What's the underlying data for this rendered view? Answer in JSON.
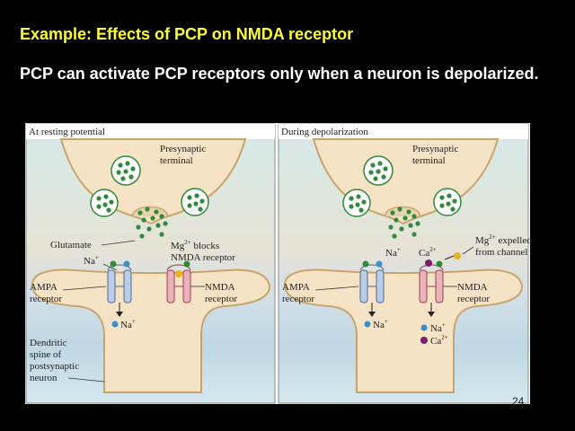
{
  "slide": {
    "title": "Example: Effects of PCP on NMDA receptor",
    "body": "PCP can activate PCP receptors only when a neuron is depolarized.",
    "page_number": "24"
  },
  "figure": {
    "left_panel": {
      "heading": "At resting potential",
      "presynaptic": [
        "Presynaptic",
        "terminal"
      ],
      "glutamate": "Glutamate",
      "na_top": "Na",
      "na_top_sup": "+",
      "mg_note": [
        "Mg",
        "2+",
        " blocks",
        "NMDA receptor"
      ],
      "ampa": [
        "AMPA",
        "receptor"
      ],
      "nmda": [
        "NMDA",
        "receptor"
      ],
      "na_bottom": "Na",
      "na_bottom_sup": "+",
      "spine": [
        "Dendritic",
        "spine of",
        "postsynaptic",
        "neuron"
      ]
    },
    "right_panel": {
      "heading": "During depolarization",
      "presynaptic": [
        "Presynaptic",
        "terminal"
      ],
      "na_top": "Na",
      "na_top_sup": "+",
      "ca_top": "Ca",
      "ca_top_sup": "2+",
      "mg_note": [
        "Mg",
        "2+",
        " expelled",
        "from channel"
      ],
      "ampa": [
        "AMPA",
        "receptor"
      ],
      "nmda": [
        "NMDA",
        "receptor"
      ],
      "na_bottom": "Na",
      "na_bottom_sup": "+",
      "na2": "Na",
      "na2_sup": "+",
      "ca2": "Ca",
      "ca2_sup": "2+"
    },
    "colors": {
      "terminal_fill": "#f6e2c4",
      "terminal_stroke": "#c9a46a",
      "vesicle_dot": "#2f8a3a",
      "ampa_channel": "#b9cde6",
      "nmda_channel": "#eab2bb",
      "na_ion": "#3a8fc9",
      "ca_ion": "#7a1f6e",
      "mg_ion": "#e8b020"
    }
  }
}
